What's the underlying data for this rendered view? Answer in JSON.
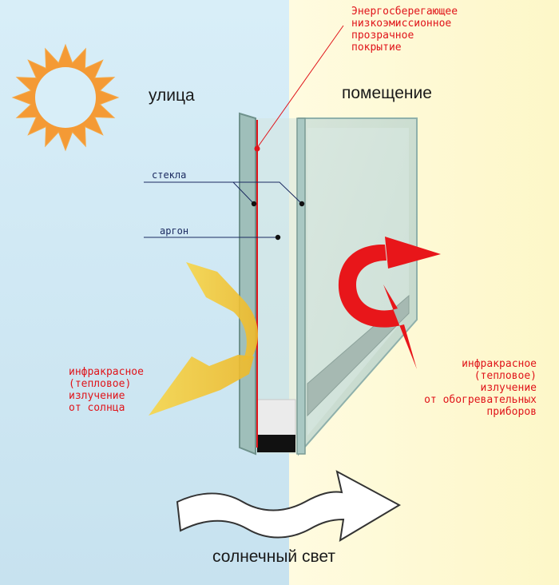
{
  "labels": {
    "coating": "Энергосберегающее\nнизкоэмиссионное\nпрозрачное\nпокрытие",
    "street": "улица",
    "room": "помещение",
    "glass": "стекла",
    "argon": "аргон",
    "ir_sun": "инфракрасное\n(тепловое)\nизлучение\nот солнца",
    "ir_heaters": "инфракрасное\n(тепловое)\nизлучение\nот обогревательных\nприборов",
    "sunlight": "солнечный свет"
  },
  "colors": {
    "outdoor_background": "#cde6f3",
    "indoor_background": "#fffbd6",
    "glass": "#bcd5cf",
    "coating_line": "#e0141a",
    "sun": "#f49a35",
    "solar_arrow": "#f2c531",
    "heater_arrow": "#e8161a",
    "leader_line": "#1b2a60"
  },
  "icons": {
    "sun": "sun-icon",
    "light_arrow": "wavy-arrow-icon"
  }
}
